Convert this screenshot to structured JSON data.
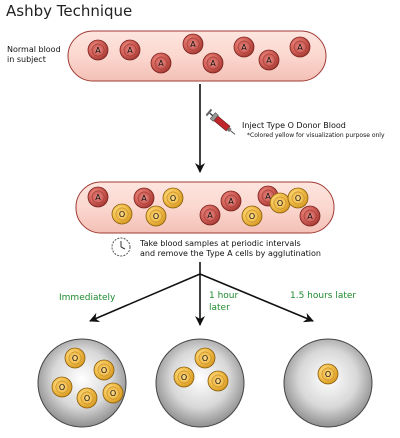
{
  "title": "Ashby Technique",
  "step1": {
    "label_line1": "Normal blood",
    "label_line2": "in subject"
  },
  "step2": {
    "inject_label": "Inject Type O Donor Blood",
    "note": "*Colored yellow for visualization purpose only"
  },
  "step3": {
    "sample_line1": "Take blood samples at periodic intervals",
    "sample_line2": "and remove the Type A cells by agglutination"
  },
  "timepoints": [
    {
      "line1": "Immediately",
      "line2": ""
    },
    {
      "line1": "1 hour",
      "line2": "later"
    },
    {
      "line1": "1.5 hours later",
      "line2": ""
    }
  ],
  "cell_labels": {
    "type_a": "A",
    "type_o": "O"
  },
  "colors": {
    "vessel_fill": "#fbd7cf",
    "vessel_stroke": "#9e3a33",
    "type_a_fill": "#d8675f",
    "type_o_fill": "#f6c453",
    "petri_gray": "#a9a9a9",
    "timepoint_text": "#1f8a2e"
  }
}
